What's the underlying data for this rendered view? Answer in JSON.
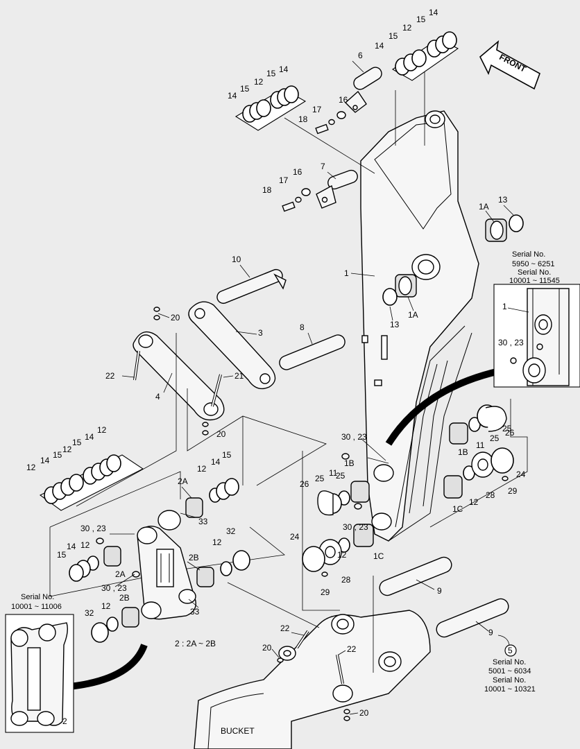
{
  "front_label": "FRONT",
  "bucket_label": "BUCKET",
  "note_2": "2 : 2A ~ 2B",
  "inset_right": {
    "serial_1": "Serial No.",
    "range_1": "5950 ~ 6251",
    "serial_2": "Serial No.",
    "range_2": "10001 ~ 11545",
    "callout_1": "1",
    "callout_30_23": "30 , 23"
  },
  "inset_left": {
    "serial": "Serial No.",
    "range": "10001 ~ 11006",
    "callout_2": "2"
  },
  "circle_ref": {
    "number": "5",
    "serial_1": "Serial No.",
    "range_1": "5001 ~ 6034",
    "serial_2": "Serial No.",
    "range_2": "10001 ~ 10321"
  },
  "callouts": {
    "c1": "1",
    "c1A_a": "1A",
    "c1A_b": "1A",
    "c1B_a": "1B",
    "c1B_b": "1B",
    "c1C_a": "1C",
    "c1C_b": "1C",
    "c2": "2",
    "c2A_a": "2A",
    "c2A_b": "2A",
    "c2B_a": "2B",
    "c2B_b": "2B",
    "c3": "3",
    "c4": "4",
    "c6": "6",
    "c7": "7",
    "c8": "8",
    "c9_a": "9",
    "c9_b": "9",
    "c10": "10",
    "c11_a": "11",
    "c11_b": "11",
    "c12": "12",
    "c13_a": "13",
    "c13_b": "13",
    "c14": "14",
    "c15": "15",
    "c16_a": "16",
    "c16_b": "16",
    "c17_a": "17",
    "c17_b": "17",
    "c18_a": "18",
    "c18_b": "18",
    "c20_a": "20",
    "c20_b": "20",
    "c20_c": "20",
    "c20_d": "20",
    "c21": "21",
    "c22_a": "22",
    "c22_b": "22",
    "c22_c": "22",
    "c24_a": "24",
    "c24_b": "24",
    "c25_a": "25",
    "c25_b": "25",
    "c26_a": "26",
    "c26_b": "26",
    "c28_a": "28",
    "c28_b": "28",
    "c29_a": "29",
    "c29_b": "29",
    "c30_23_a": "30 , 23",
    "c30_23_b": "30 , 23",
    "c30_23_c": "30 , 23",
    "c30_23_d": "30 , 23",
    "c32_a": "32",
    "c32_b": "32",
    "c33_a": "33",
    "c33_b": "33"
  }
}
